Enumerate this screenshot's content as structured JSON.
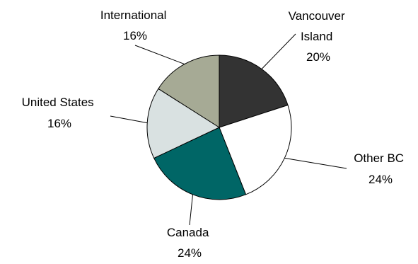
{
  "chart_data": {
    "type": "pie",
    "start_angle_deg": 0,
    "direction": "clockwise",
    "slices": [
      {
        "label_lines": [
          "Vancouver",
          "Island"
        ],
        "percent_label": "20%",
        "value": 20,
        "color": "#333333"
      },
      {
        "label_lines": [
          "Other BC"
        ],
        "percent_label": "24%",
        "value": 24,
        "color": "#ffffff"
      },
      {
        "label_lines": [
          "Canada"
        ],
        "percent_label": "24%",
        "value": 24,
        "color": "#006666"
      },
      {
        "label_lines": [
          "United States"
        ],
        "percent_label": "16%",
        "value": 16,
        "color": "#d9e1e1"
      },
      {
        "label_lines": [
          "International"
        ],
        "percent_label": "16%",
        "value": 16,
        "color": "#a6aa95"
      }
    ]
  }
}
